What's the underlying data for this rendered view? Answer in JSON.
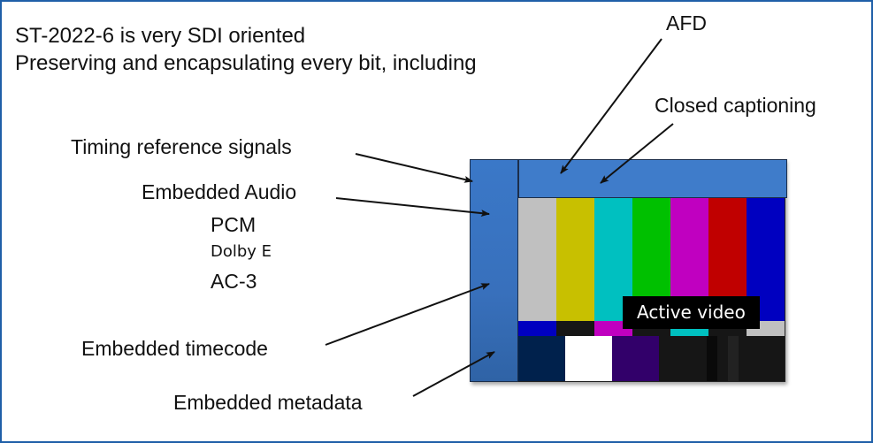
{
  "slide": {
    "title_line1": "ST-2022-6 is very SDI oriented",
    "title_line2": "Preserving and encapsulating every bit, including",
    "frame_color": "#1f5fa8"
  },
  "callouts": {
    "afd": "AFD",
    "closed_captioning": "Closed captioning",
    "timing_reference_signals": "Timing reference signals",
    "embedded_audio": "Embedded Audio",
    "audio_formats": [
      "PCM",
      "Dolby E",
      "AC-3"
    ],
    "embedded_timecode": "Embedded timecode",
    "embedded_metadata": "Embedded metadata"
  },
  "diagram": {
    "active_video_label": "Active video",
    "ancillary_color": "#3f7cca",
    "main_bars": [
      "#c0c0c0",
      "#c8c000",
      "#00c0c0",
      "#00c000",
      "#c000c0",
      "#c00000",
      "#0000c0"
    ],
    "middle_strip": [
      "#0000c0",
      "#161616",
      "#c000c0",
      "#161616",
      "#00c0c0",
      "#161616",
      "#c0c0c0"
    ],
    "bottom_row": [
      {
        "name": "minus-i",
        "color": "#00214c"
      },
      {
        "name": "white",
        "color": "#ffffff"
      },
      {
        "name": "plus-q",
        "color": "#32006a"
      },
      {
        "name": "black",
        "color": "#161616"
      },
      {
        "name": "pluge-dark",
        "color": "#0a0a0a"
      },
      {
        "name": "pluge-black",
        "color": "#161616"
      },
      {
        "name": "pluge-light",
        "color": "#222222"
      },
      {
        "name": "black-end",
        "color": "#161616"
      }
    ]
  }
}
